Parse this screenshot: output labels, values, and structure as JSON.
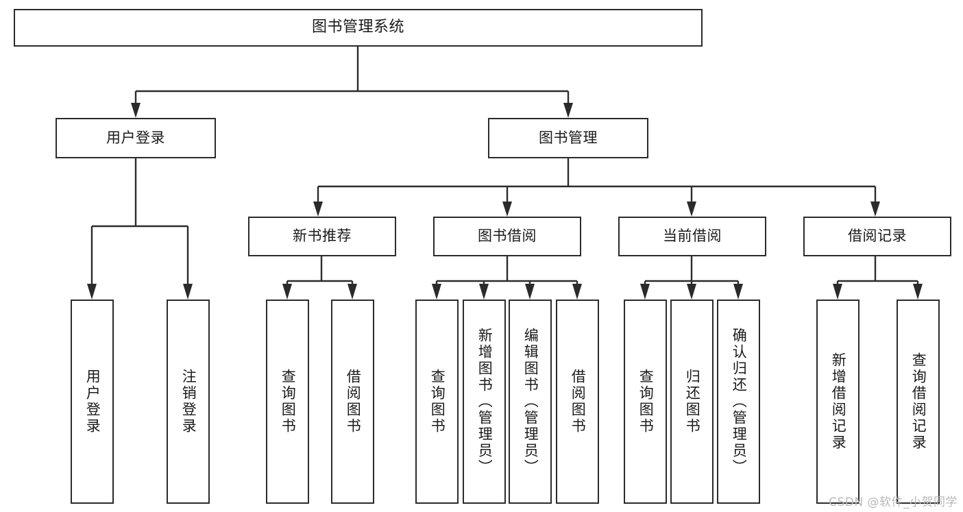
{
  "diagram": {
    "title": "图书管理系统",
    "type": "tree-hierarchy",
    "watermark": "CSDN @软件_小贺同学",
    "colors": {
      "stroke": "#2b2b2b",
      "fill": "#ffffff",
      "text": "#1a1a1a",
      "watermark": "#b9b9b9"
    },
    "nodes": {
      "root": {
        "label": "图书管理系统"
      },
      "level2": [
        {
          "id": "user-login",
          "label": "用户登录"
        },
        {
          "id": "book-manage",
          "label": "图书管理"
        }
      ],
      "level3": [
        {
          "id": "new-book-recommend",
          "label": "新书推荐"
        },
        {
          "id": "book-borrow",
          "label": "图书借阅"
        },
        {
          "id": "current-borrow",
          "label": "当前借阅"
        },
        {
          "id": "borrow-record",
          "label": "借阅记录"
        }
      ],
      "leaves": {
        "user_login": [
          {
            "id": "leaf-user-login",
            "label": "用户登录"
          },
          {
            "id": "leaf-user-logout",
            "label": "注销登录"
          }
        ],
        "new_book_recommend": [
          {
            "id": "leaf-query-book-1",
            "label": "查询图书"
          },
          {
            "id": "leaf-borrow-book-1",
            "label": "借阅图书"
          }
        ],
        "book_borrow": [
          {
            "id": "leaf-query-book-2",
            "label": "查询图书"
          },
          {
            "id": "leaf-add-book",
            "label": "新增图书（管理员）"
          },
          {
            "id": "leaf-edit-book",
            "label": "编辑图书（管理员）"
          },
          {
            "id": "leaf-borrow-book-2",
            "label": "借阅图书"
          }
        ],
        "current_borrow": [
          {
            "id": "leaf-query-book-3",
            "label": "查询图书"
          },
          {
            "id": "leaf-return-book",
            "label": "归还图书"
          },
          {
            "id": "leaf-confirm-return",
            "label": "确认归还（管理员）"
          }
        ],
        "borrow_record": [
          {
            "id": "leaf-add-record",
            "label": "新增借阅记录"
          },
          {
            "id": "leaf-query-record",
            "label": "查询借阅记录"
          }
        ]
      }
    }
  }
}
